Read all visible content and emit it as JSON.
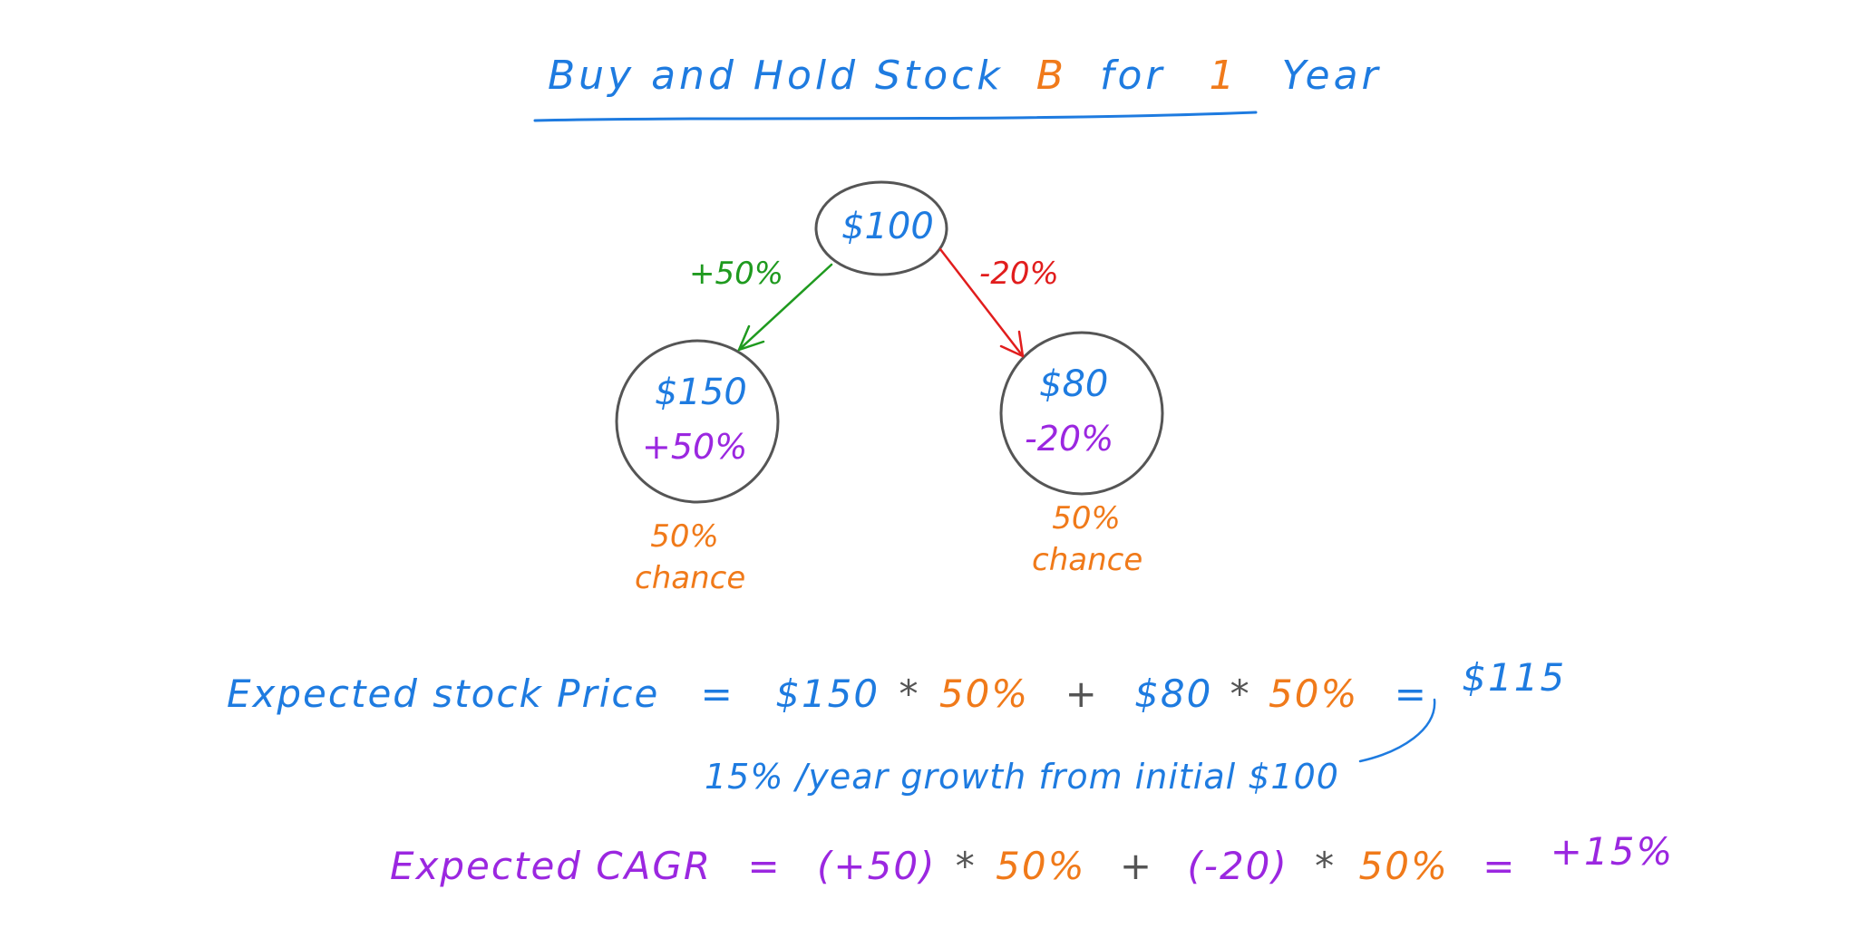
{
  "colors": {
    "blue": "#1e7be0",
    "orange": "#f07a1a",
    "purple": "#9b27e0",
    "green": "#1f9a1f",
    "red": "#e11d1d",
    "gray": "#555555"
  },
  "title": {
    "part1": "Buy and Hold Stock",
    "stock": "B",
    "part2": "for",
    "years": "1",
    "part3": "Year"
  },
  "tree": {
    "root": {
      "value": "$100"
    },
    "up": {
      "edge_label": "+50%",
      "value": "$150",
      "return": "+50%",
      "prob": "50%",
      "prob_word": "chance"
    },
    "down": {
      "edge_label": "-20%",
      "value": "$80",
      "return": "-20%",
      "prob": "50%",
      "prob_word": "chance"
    }
  },
  "expected_price": {
    "label": "Expected stock Price",
    "eq1": "=",
    "v1": "$150",
    "mul1": "*",
    "p1": "50%",
    "plus": "+",
    "v2": "$80",
    "mul2": "*",
    "p2": "50%",
    "eq2": "=",
    "result": "$115"
  },
  "growth_note": "15% /year growth from initial $100",
  "expected_cagr": {
    "label": "Expected CAGR",
    "eq1": "=",
    "r1": "(+50)",
    "mul1": "*",
    "p1": "50%",
    "plus": "+",
    "r2": "(-20)",
    "mul2": "*",
    "p2": "50%",
    "eq2": "=",
    "result": "+15%"
  }
}
